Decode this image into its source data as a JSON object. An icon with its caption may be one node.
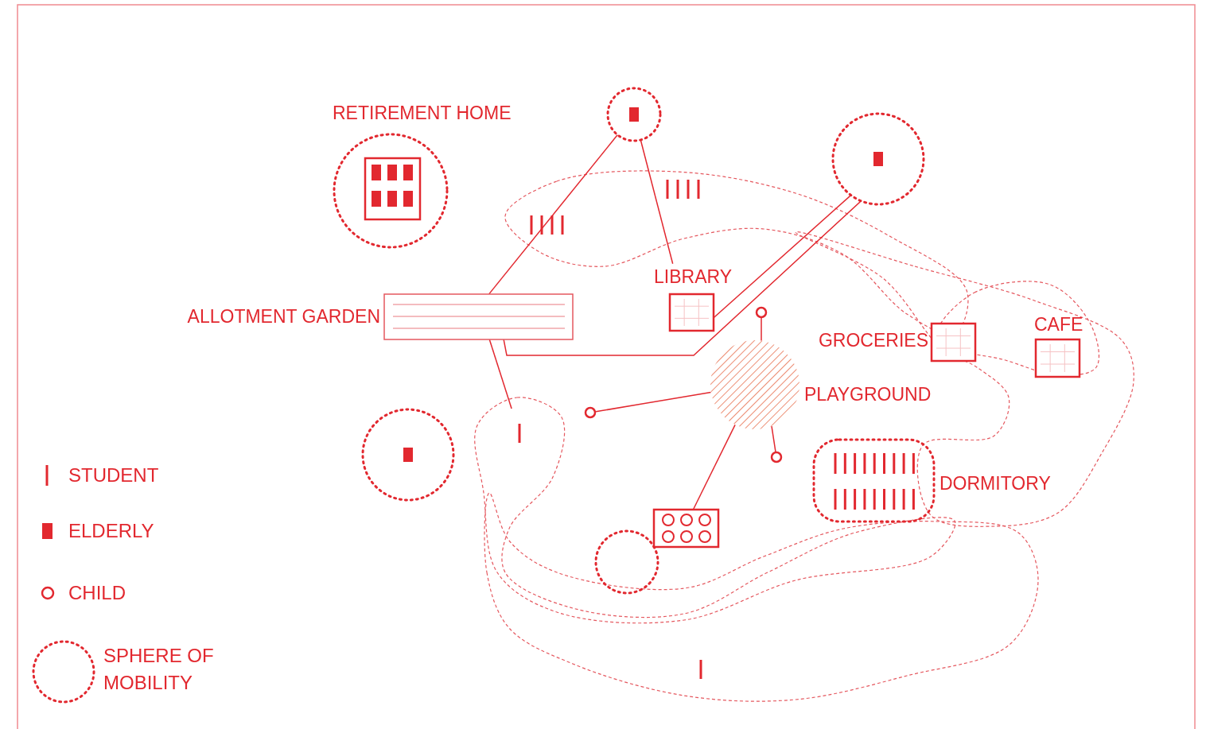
{
  "diagram": {
    "nodes": [
      {
        "text": [
          "RETIREMENT HOME"
        ]
      },
      {
        "text": [],
        "shape": "circle"
      },
      {
        "text": [],
        "shape": "circle"
      },
      {
        "text": [
          "LIBRARY"
        ]
      },
      {
        "text": [
          "ALLOTMENT GARDEN"
        ]
      },
      {
        "text": [],
        "shape": "circle"
      },
      {
        "text": [
          "GROCERIES"
        ]
      },
      {
        "text": [
          "CAFE"
        ]
      },
      {
        "text": [
          "PLAYGROUND"
        ]
      },
      {
        "text": [],
        "shape": "circle"
      },
      {
        "text": [],
        "shape": "bar"
      },
      {
        "text": [],
        "shape": "circle"
      },
      {
        "text": [],
        "shape": "circle"
      },
      {
        "text": [
          "DORMITORY"
        ]
      },
      {
        "text": [],
        "shape": "box"
      },
      {
        "text": [],
        "shape": "circle"
      }
    ],
    "edges": [
      {
        "from": 1,
        "to": 4,
        "arrow": "none"
      },
      {
        "from": 1,
        "to": 3,
        "arrow": "none"
      },
      {
        "from": 2,
        "to": 3,
        "arrow": "none"
      },
      {
        "from": 2,
        "to": 4,
        "arrow": "none"
      },
      {
        "from": 4,
        "to": 10,
        "arrow": "none"
      },
      {
        "from": 8,
        "to": 5,
        "arrow": "none"
      },
      {
        "from": 8,
        "to": 9,
        "arrow": "none"
      },
      {
        "from": 8,
        "to": 12,
        "arrow": "none"
      },
      {
        "from": 8,
        "to": 14,
        "arrow": "none"
      }
    ],
    "legend": [
      {
        "text": "STUDENT"
      },
      {
        "text": "ELDERLY"
      },
      {
        "text": "CHILD"
      },
      {
        "text": "SPHERE OF MOBILITY"
      }
    ]
  }
}
